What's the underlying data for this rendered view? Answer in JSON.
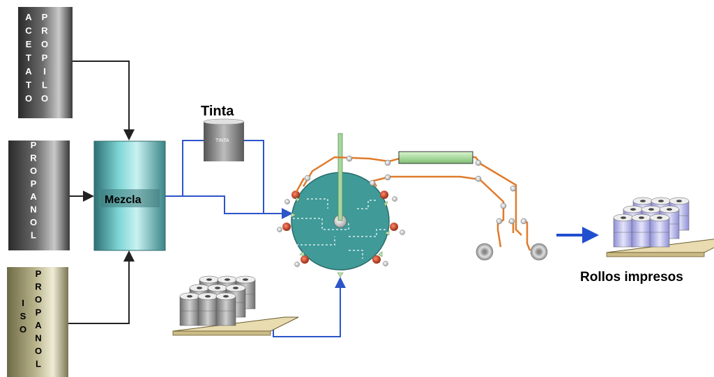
{
  "tanks": {
    "acetato": {
      "letters_left": [
        "A",
        "C",
        "E",
        "T",
        "A",
        "T",
        "O"
      ],
      "letters_right": [
        "P",
        "R",
        "O",
        "P",
        "I",
        "L",
        "O"
      ]
    },
    "propanol": {
      "letters": [
        "P",
        "R",
        "O",
        "P",
        "A",
        "N",
        "O",
        "L"
      ]
    },
    "iso": {
      "letters_left": [
        "I",
        "S",
        "O"
      ],
      "letters_right": [
        "P",
        "R",
        "O",
        "P",
        "A",
        "N",
        "O",
        "L"
      ]
    }
  },
  "mixer": {
    "label": "Mezcla"
  },
  "ink": {
    "title": "Tinta",
    "drum_label": "TINTA"
  },
  "output": {
    "label": "Rollos impresos"
  },
  "colors": {
    "blue_line": "#2b55c8",
    "black_line": "#222222",
    "orange_web": "#e07a2a",
    "drum": "#3f9a98",
    "output_arrow": "#1f4fcf"
  }
}
